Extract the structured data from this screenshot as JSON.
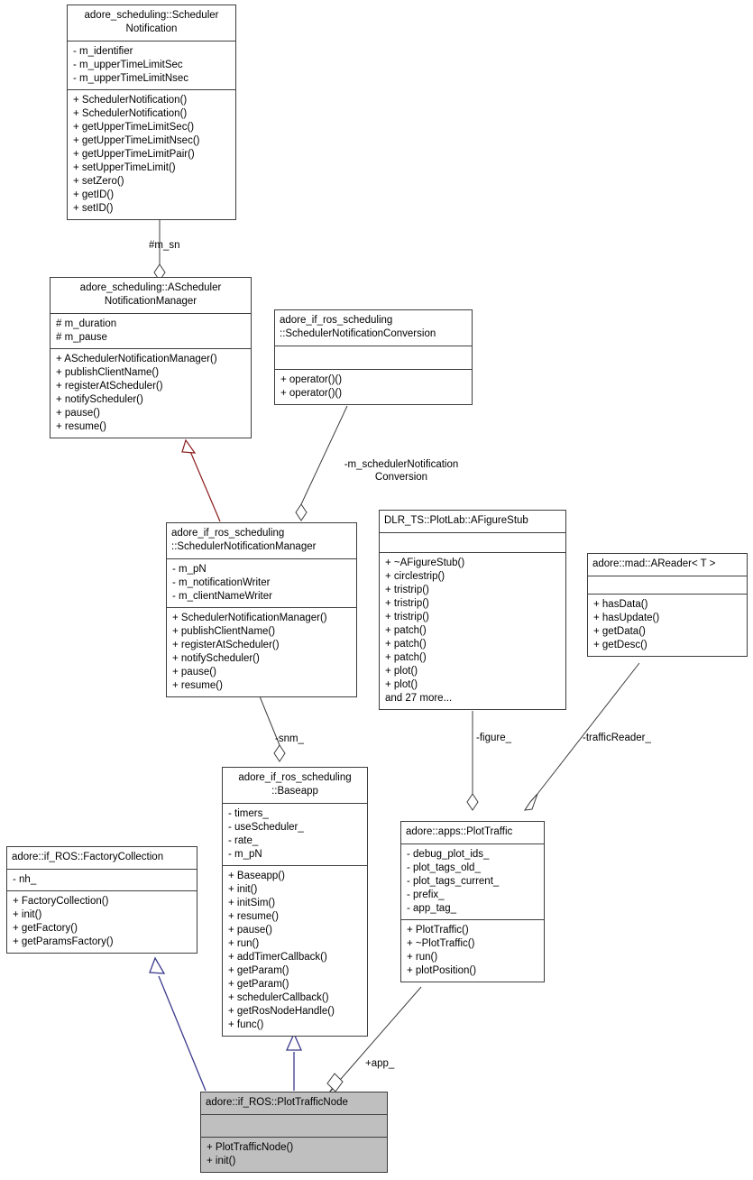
{
  "diagram": {
    "kind": "uml-class-diagram",
    "colors": {
      "background": "#ffffff",
      "node_border": "#3d3d3d",
      "node_fill": "#ffffff",
      "highlight_fill": "#bfbfbf",
      "association_line": "#3d3d3d",
      "inherit_red": "#8b1a1a",
      "inherit_blue": "#3a3a8c",
      "text": "#000000"
    },
    "nodes": [
      {
        "id": "scheduler-notification",
        "title": "adore_scheduling::Scheduler\nNotification",
        "title_align": "center",
        "attributes": [
          "- m_identifier",
          "- m_upperTimeLimitSec",
          "- m_upperTimeLimitNsec"
        ],
        "operations": [
          "+ SchedulerNotification()",
          "+ SchedulerNotification()",
          "+ getUpperTimeLimitSec()",
          "+ getUpperTimeLimitNsec()",
          "+ getUpperTimeLimitPair()",
          "+ setUpperTimeLimit()",
          "+ setZero()",
          "+ getID()",
          "+ setID()"
        ],
        "highlight": false
      },
      {
        "id": "ascheduler-notification-manager",
        "title": "adore_scheduling::AScheduler\nNotificationManager",
        "title_align": "center",
        "attributes": [
          "# m_duration",
          "# m_pause"
        ],
        "operations": [
          "+ ASchedulerNotificationManager()",
          "+ publishClientName()",
          "+ registerAtScheduler()",
          "+ notifyScheduler()",
          "+ pause()",
          "+ resume()"
        ],
        "highlight": false
      },
      {
        "id": "scheduler-notification-conversion",
        "title": "adore_if_ros_scheduling\n::SchedulerNotificationConversion",
        "title_align": "left",
        "attributes": [],
        "operations": [
          "+ operator()()",
          "+ operator()()"
        ],
        "highlight": false
      },
      {
        "id": "scheduler-notification-manager",
        "title": "adore_if_ros_scheduling\n  ::SchedulerNotificationManager",
        "title_align": "left",
        "attributes": [
          "- m_pN",
          "- m_notificationWriter",
          "- m_clientNameWriter"
        ],
        "operations": [
          "+ SchedulerNotificationManager()",
          "+ publishClientName()",
          "+ registerAtScheduler()",
          "+ notifyScheduler()",
          "+ pause()",
          "+ resume()"
        ],
        "highlight": false
      },
      {
        "id": "afigure-stub",
        "title": "DLR_TS::PlotLab::AFigureStub",
        "title_align": "left",
        "attributes": [],
        "operations": [
          "+ ~AFigureStub()",
          "+ circlestrip()",
          "+ tristrip()",
          "+ tristrip()",
          "+ tristrip()",
          "+ patch()",
          "+ patch()",
          "+ patch()",
          "+ plot()",
          "+ plot()",
          "and 27 more..."
        ],
        "highlight": false
      },
      {
        "id": "areader",
        "title": "adore::mad::AReader< T >",
        "title_align": "left",
        "attributes": [],
        "operations": [
          "+ hasData()",
          "+ hasUpdate()",
          "+ getData()",
          "+ getDesc()"
        ],
        "highlight": false
      },
      {
        "id": "baseapp",
        "title": "adore_if_ros_scheduling\n::Baseapp",
        "title_align": "center",
        "attributes": [
          "- timers_",
          "- useScheduler_",
          "- rate_",
          "- m_pN"
        ],
        "operations": [
          "+ Baseapp()",
          "+ init()",
          "+ initSim()",
          "+ resume()",
          "+ pause()",
          "+ run()",
          "+ addTimerCallback()",
          "+ getParam()",
          "+ getParam()",
          "+ schedulerCallback()",
          "+ getRosNodeHandle()",
          "+ func()"
        ],
        "highlight": false
      },
      {
        "id": "plot-traffic",
        "title": "adore::apps::PlotTraffic",
        "title_align": "left",
        "attributes": [
          "- debug_plot_ids_",
          "- plot_tags_old_",
          "- plot_tags_current_",
          "- prefix_",
          "- app_tag_"
        ],
        "operations": [
          "+ PlotTraffic()",
          "+ ~PlotTraffic()",
          "+ run()",
          "+ plotPosition()"
        ],
        "highlight": false
      },
      {
        "id": "factory-collection",
        "title": "adore::if_ROS::FactoryCollection",
        "title_align": "left",
        "attributes": [
          "- nh_"
        ],
        "operations": [
          "+ FactoryCollection()",
          "+ init()",
          "+ getFactory()",
          "+ getParamsFactory()"
        ],
        "highlight": false
      },
      {
        "id": "plot-traffic-node",
        "title": "adore::if_ROS::PlotTrafficNode",
        "title_align": "left",
        "attributes": [],
        "operations": [
          "+ PlotTrafficNode()",
          "+ init()"
        ],
        "highlight": true
      }
    ],
    "edge_labels": [
      {
        "id": "m-sn",
        "text": "#m_sn"
      },
      {
        "id": "m-scheduler-notification-conversion",
        "text": "-m_schedulerNotification\nConversion"
      },
      {
        "id": "snm",
        "text": "-snm_"
      },
      {
        "id": "figure",
        "text": "-figure_"
      },
      {
        "id": "traffic-reader",
        "text": "-trafficReader_"
      },
      {
        "id": "app",
        "text": "+app_"
      }
    ]
  }
}
